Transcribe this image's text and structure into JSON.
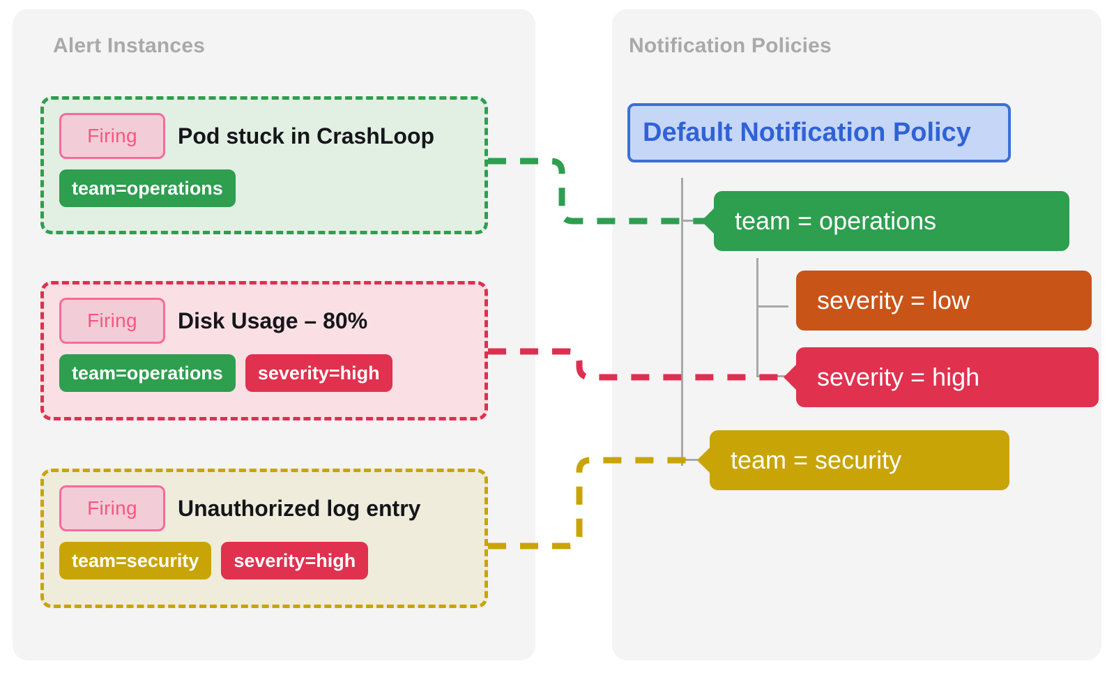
{
  "panels": {
    "alerts": {
      "title": "Alert Instances"
    },
    "policies": {
      "title": "Notification Policies"
    }
  },
  "alerts": [
    {
      "state": "Firing",
      "title": "Pod stuck in CrashLoop",
      "accent": "#2e9e4f",
      "labels": [
        {
          "text": "team=operations",
          "color": "#2e9e4f"
        }
      ]
    },
    {
      "state": "Firing",
      "title": "Disk Usage – 80%",
      "accent": "#dd3050",
      "labels": [
        {
          "text": "team=operations",
          "color": "#2e9e4f"
        },
        {
          "text": "severity=high",
          "color": "#e0314f"
        }
      ]
    },
    {
      "state": "Firing",
      "title": "Unauthorized log entry",
      "accent": "#c9a406",
      "labels": [
        {
          "text": "team=security",
          "color": "#c9a406"
        },
        {
          "text": "severity=high",
          "color": "#e0314f"
        }
      ]
    }
  ],
  "policy_tree": {
    "root": {
      "label": "Default Notification Policy",
      "color": "#2f62d6",
      "fill": "#c6d6f6"
    },
    "nodes": [
      {
        "label": "team = operations",
        "color": "#2e9e4f",
        "matched": true
      },
      {
        "label": "severity = low",
        "color": "#c95417",
        "matched": false
      },
      {
        "label": "severity = high",
        "color": "#e0314f",
        "matched": true
      },
      {
        "label": "team = security",
        "color": "#c9a406",
        "matched": true
      }
    ]
  },
  "connections": [
    {
      "from": "Pod stuck in CrashLoop",
      "to": "team = operations",
      "color": "#2e9e4f"
    },
    {
      "from": "Disk Usage – 80%",
      "to": "severity = high",
      "color": "#dd3050"
    },
    {
      "from": "Unauthorized log entry",
      "to": "team = security",
      "color": "#c9a406"
    }
  ],
  "colors": {
    "panel_bg": "#f4f4f4",
    "page_bg": "#ffffff",
    "title_gray": "#a9a9a9",
    "tree_line": "#a8a8a8",
    "firing_border": "#f76a9c",
    "firing_fill": "#f2cdd8",
    "firing_text": "#f9557f"
  }
}
